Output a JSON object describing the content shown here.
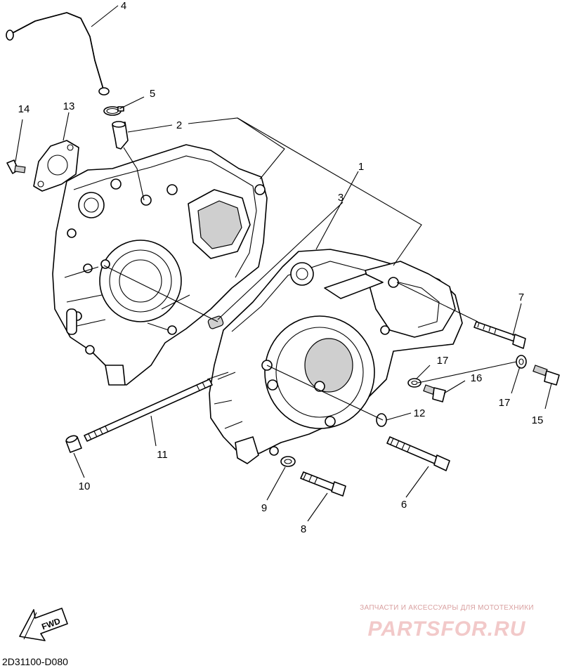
{
  "diagram": {
    "labels": {
      "p1": "1",
      "p2": "2",
      "p3": "3",
      "p4": "4",
      "p5": "5",
      "p6": "6",
      "p7": "7",
      "p8": "8",
      "p9": "9",
      "p10": "10",
      "p11": "11",
      "p12": "12",
      "p13": "13",
      "p14": "14",
      "p15": "15",
      "p16": "16",
      "p17a": "17",
      "p17b": "17"
    },
    "fwd_label": "FWD",
    "diagram_code": "2D31100-D080"
  },
  "watermark": {
    "tagline": "ЗАПЧАСТИ И АКСЕССУАРЫ ДЛЯ МОТОТЕХНИКИ",
    "logo": "PARTSFOR.RU",
    "color": "#e8b4b4"
  }
}
